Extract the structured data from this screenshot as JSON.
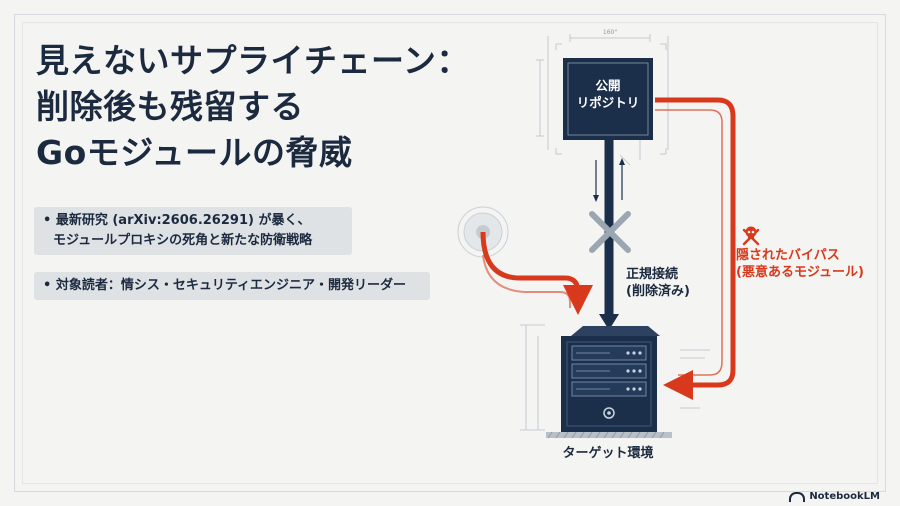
{
  "title": {
    "lines": [
      "見えないサプライチェーン：",
      "削除後も残留する",
      "Goモジュールの脅威"
    ]
  },
  "bullets": [
    {
      "lines": [
        "• 最新研究 (arXiv:2606.26291) が暴く、",
        "モジュールプロキシの死角と新たな防衛戦略"
      ]
    },
    {
      "lines": [
        "• 対象読者：情シス・セキュリティエンジニア・開発リーダー"
      ]
    }
  ],
  "diagram": {
    "repository_label": [
      "公開",
      "リポジトリ"
    ],
    "legit_path_label": [
      "正規接続",
      "(削除済み)"
    ],
    "hidden_path_label": [
      "隠されたバイパス",
      "(悪意あるモジュール)"
    ],
    "target_label": "ターゲット環境",
    "dimension_label": "160\"",
    "colors": {
      "navy": "#1c2f4a",
      "red": "#d8391c",
      "blueprint": "#9aa6b2"
    },
    "icons": [
      "skull-crossbones-icon",
      "blocked-x-icon",
      "server-rack-icon",
      "external-source-icon"
    ]
  },
  "branding": {
    "text": "NotebookLM"
  }
}
